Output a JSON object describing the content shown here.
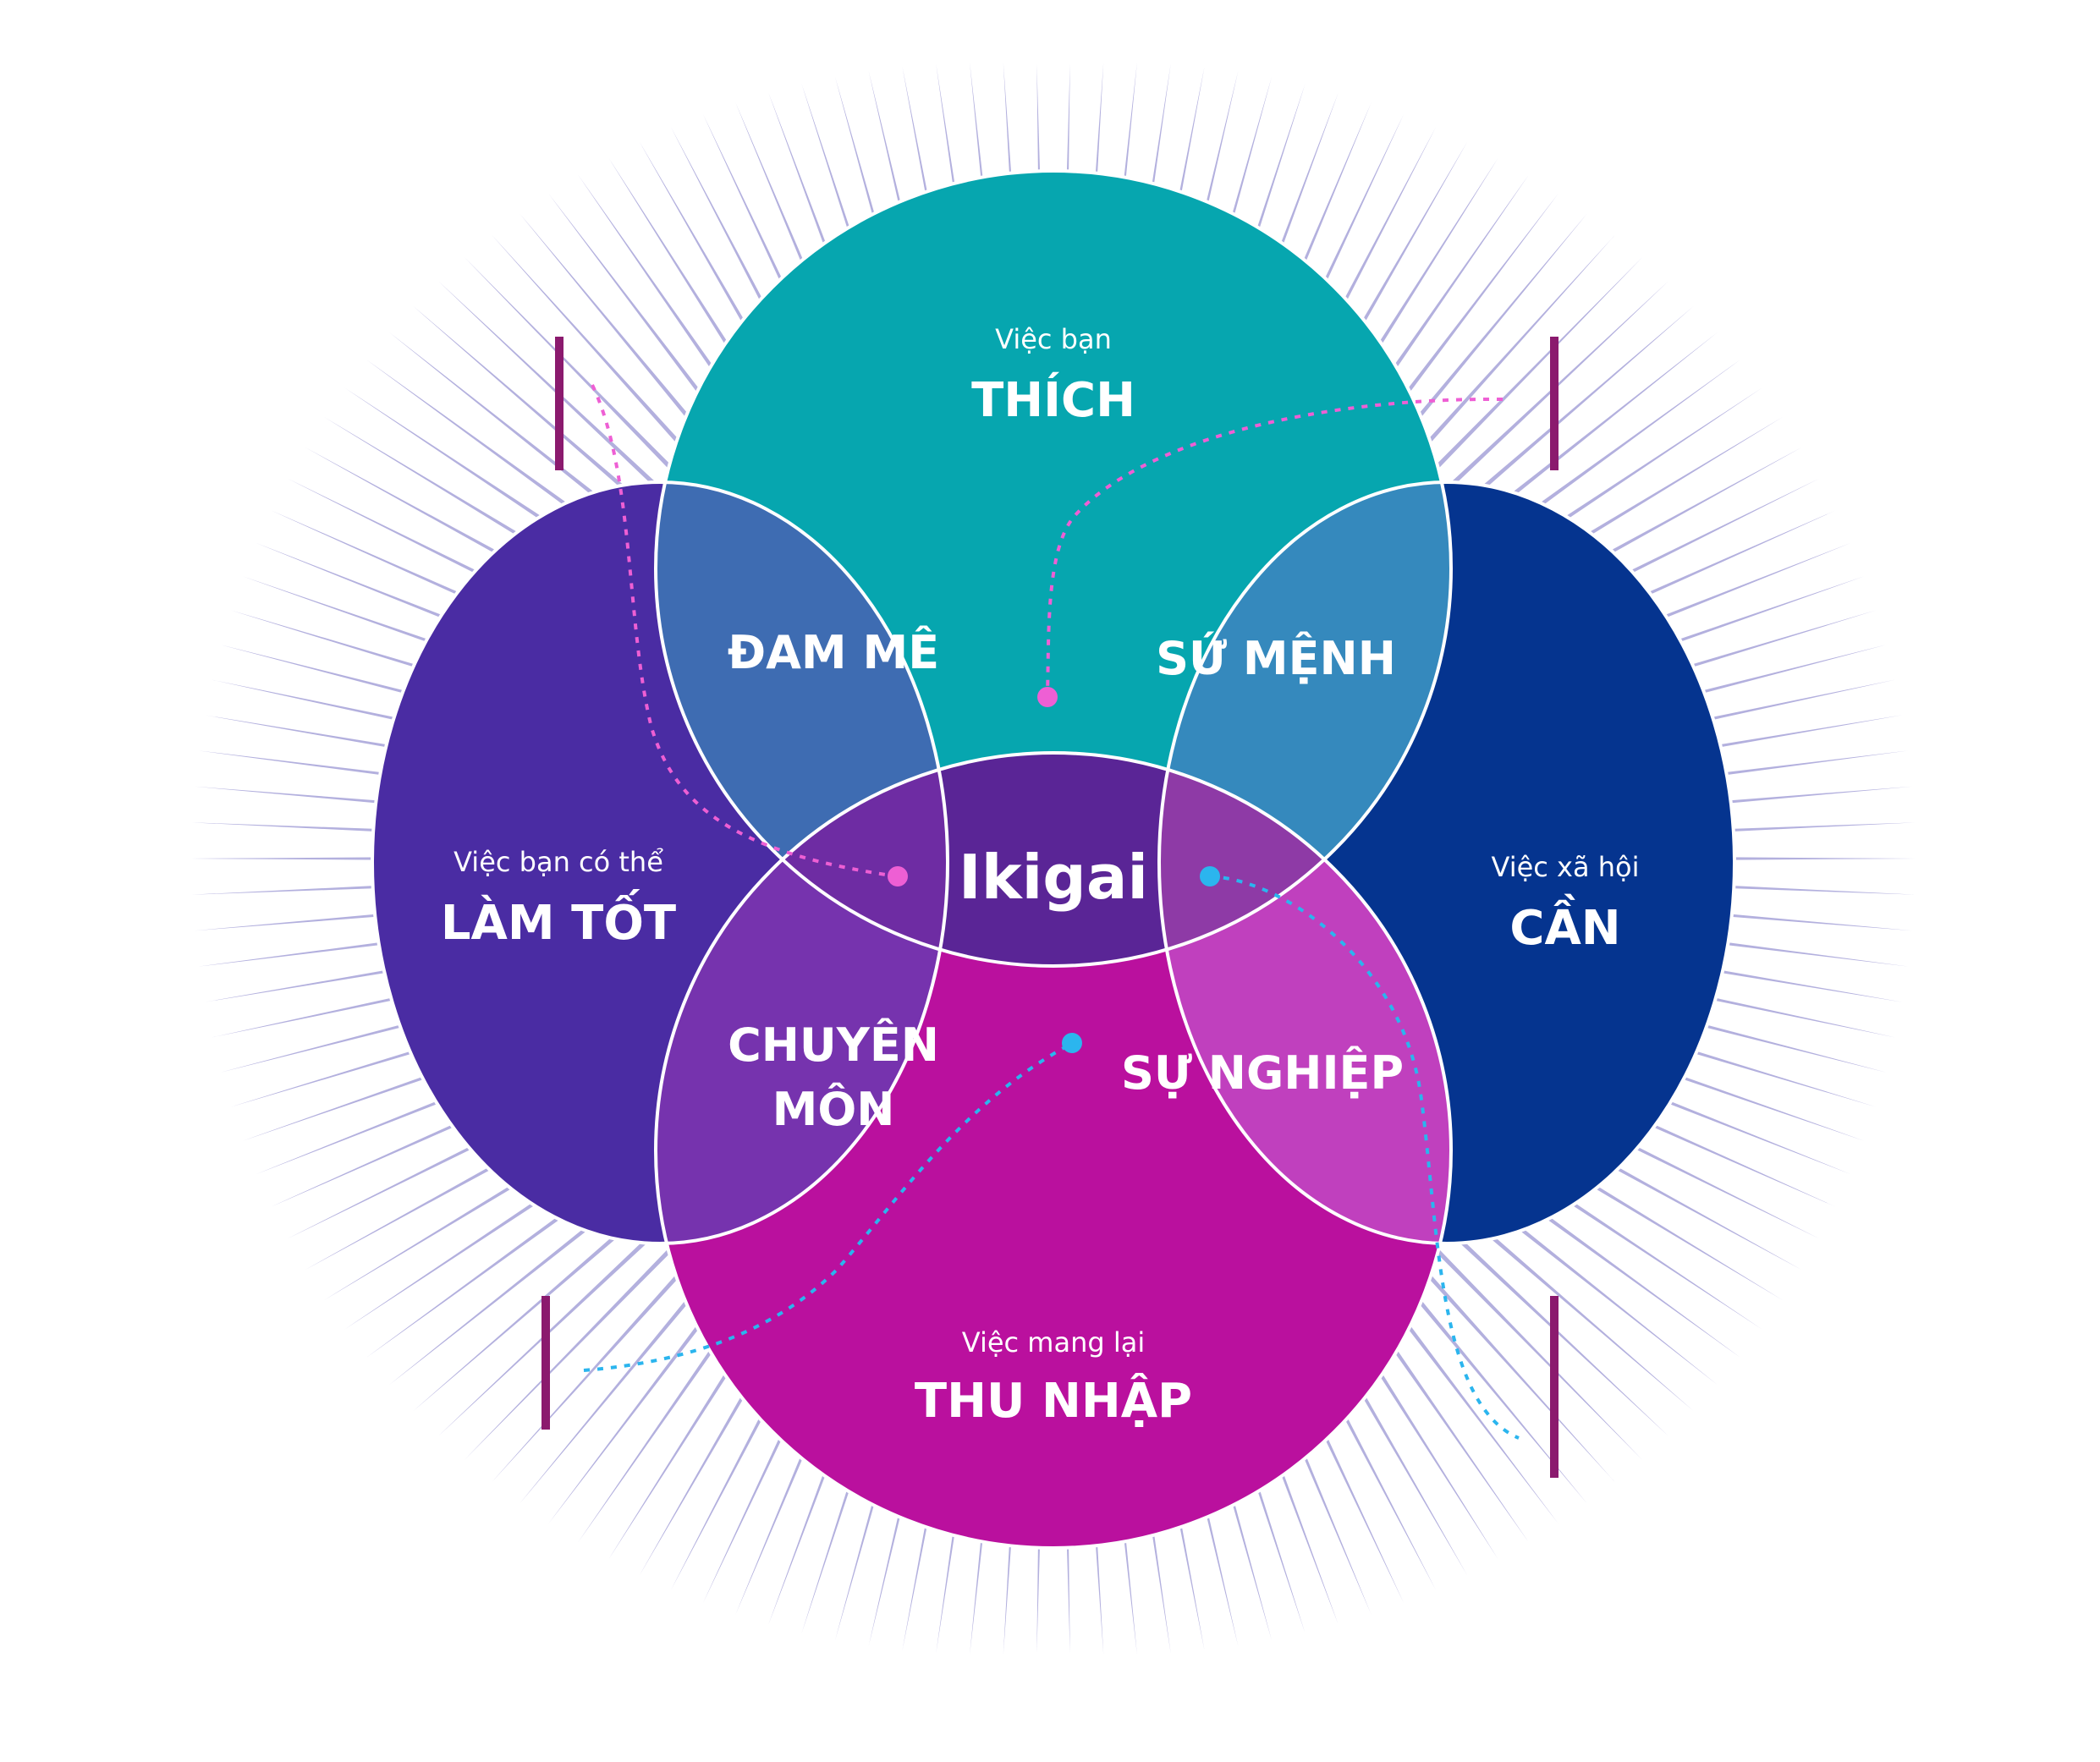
{
  "circles": {
    "love": {
      "small": "Việc bạn",
      "big": "THÍCH",
      "color": "#06A6AF"
    },
    "good": {
      "small": "Việc bạn có thể",
      "big": "LÀM TỐT",
      "color": "#4A2CA3"
    },
    "need": {
      "small": "Việc xã hội",
      "big": "CẦN",
      "color": "#05348F"
    },
    "paid": {
      "small": "Việc mang lại",
      "big": "THU NHẬP",
      "color": "#BA109E"
    }
  },
  "overlaps": {
    "passion": "ĐAM MÊ",
    "mission": "SỨ MỆNH",
    "profession": "CHUYÊN MÔN",
    "profession_line1": "CHUYÊN",
    "profession_line2": "MÔN",
    "vocation": "SỰ NGHIỆP"
  },
  "center": {
    "label": "Ikigai",
    "color": "#3D1C7A"
  },
  "colors": {
    "rays": "#B3B0DE",
    "passion": "#3E6CB2",
    "mission": "#3589BD",
    "profession": "#7633AE",
    "vocation": "#C040BE",
    "top_lens": "#223A8B",
    "left_lens": "#6E2CA3",
    "right_lens": "#8E3AA6",
    "bottom_lens": "#5A2596",
    "callout_bar": "#8B1A6E",
    "pink_dash": "#EE5FD4",
    "blue_dash": "#2BB5EE"
  }
}
